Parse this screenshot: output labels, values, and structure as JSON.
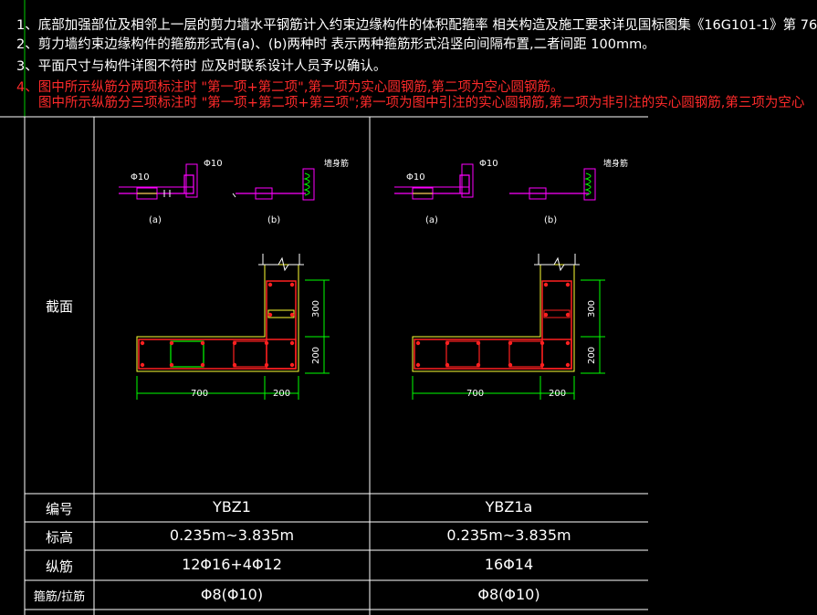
{
  "notes": {
    "n1": "1、底部加强部位及相邻上一层的剪力墙水平钢筋计入约束边缘构件的体积配箍率 相关构造及施工要求详见国标图集《16G101-1》第 76",
    "n2": "2、剪力墙约束边缘构件的箍筋形式有(a)、(b)两种时 表示两种箍筋形式沿竖向间隔布置,二者间距 100mm。",
    "n3": "3、平面尺寸与构件详图不符时 应及时联系设计人员予以确认。",
    "n4": "4、图中所示纵筋分两项标注时 \"第一项+第二项\",第一项为实心圆钢筋,第二项为空心圆钢筋。",
    "n5": "图中所示纵筋分三项标注时 \"第一项+第二项+第三项\";第一项为图中引注的实心圆钢筋,第二项为非引注的实心圆钢筋,第三项为空心"
  },
  "table": {
    "section_label": "截面",
    "rows": [
      {
        "label": "编号",
        "col1": "YBZ1",
        "col2": "YBZ1a"
      },
      {
        "label": "标高",
        "col1": "0.235m~3.835m",
        "col2": "0.235m~3.835m"
      },
      {
        "label": "纵筋",
        "col1": "12Φ16+4Φ12",
        "col2": "16Φ14"
      },
      {
        "label": "箍筋/拉筋",
        "col1": "Φ8(Φ10)",
        "col2": "Φ8(Φ10)"
      }
    ]
  },
  "details": {
    "phi10": "Φ10",
    "wall_rebar": "墙身筋",
    "a": "(a)",
    "b": "(b)"
  },
  "dims": {
    "d700": "700",
    "d200": "200",
    "d300": "300",
    "d200v": "200"
  },
  "colors": {
    "grid": "#ffffff",
    "green": "#00ff00",
    "red": "#ff2020",
    "magenta": "#ff00ff",
    "yellow": "#ffff33",
    "note_red": "#ff2a2a"
  }
}
